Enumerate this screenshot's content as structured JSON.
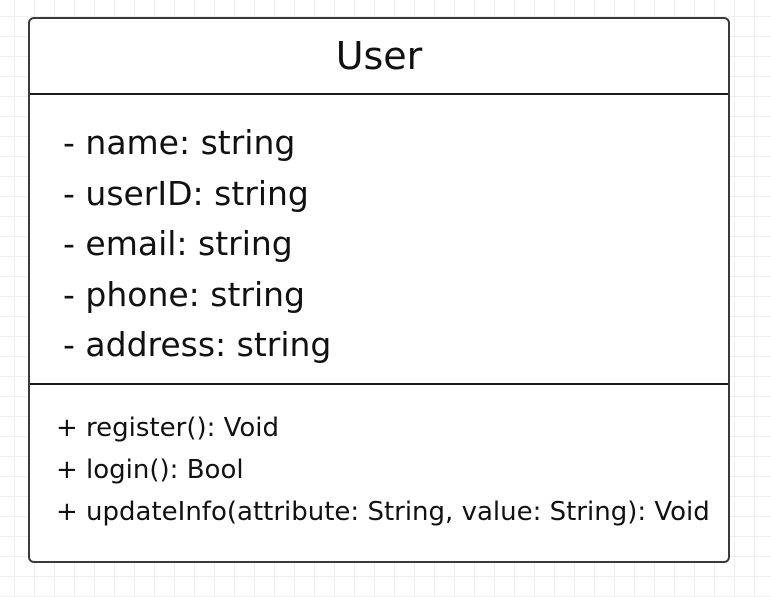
{
  "class": {
    "name": "User",
    "attributes": [
      "- name: string",
      "- userID: string",
      "- email: string",
      "- phone: string",
      "- address: string"
    ],
    "methods": [
      "+ register(): Void",
      "+ login(): Bool",
      "+ updateInfo(attribute: String, value: String): Void"
    ]
  }
}
